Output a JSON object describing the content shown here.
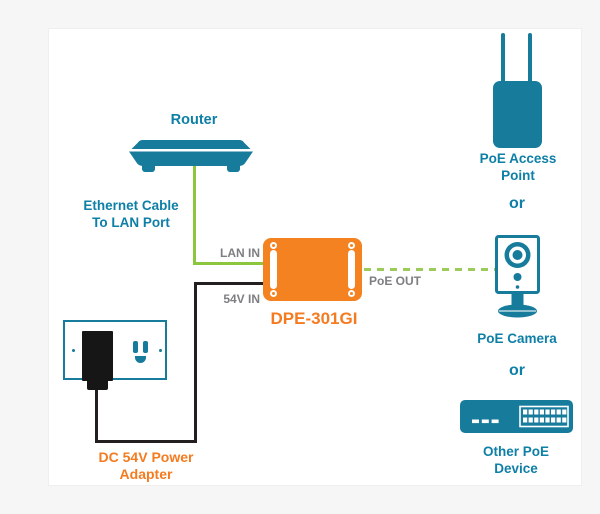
{
  "colors": {
    "teal_icon": "#177B9C",
    "teal_text": "#0E7FA6",
    "orange": "#F58220",
    "orange_text": "#F47B20",
    "gray_text": "#7D7E82",
    "green_cable": "#8CC63F",
    "green_dashed": "#9CCB5B",
    "black_cable": "#231F20",
    "background": "#F6F6F6",
    "panel": "#FFFFFF"
  },
  "labels": {
    "router": "Router",
    "ethernet_line1": "Ethernet Cable",
    "ethernet_line2": "To LAN Port",
    "lan_in": "LAN IN",
    "v54_in": "54V IN",
    "poe_out": "PoE OUT",
    "injector_model": "DPE-301GI",
    "power_line1": "DC 54V Power",
    "power_line2": "Adapter",
    "access_point_line1": "PoE Access",
    "access_point_line2": "Point",
    "or_1": "or",
    "camera": "PoE Camera",
    "or_2": "or",
    "other_line1": "Other PoE",
    "other_line2": "Device"
  }
}
